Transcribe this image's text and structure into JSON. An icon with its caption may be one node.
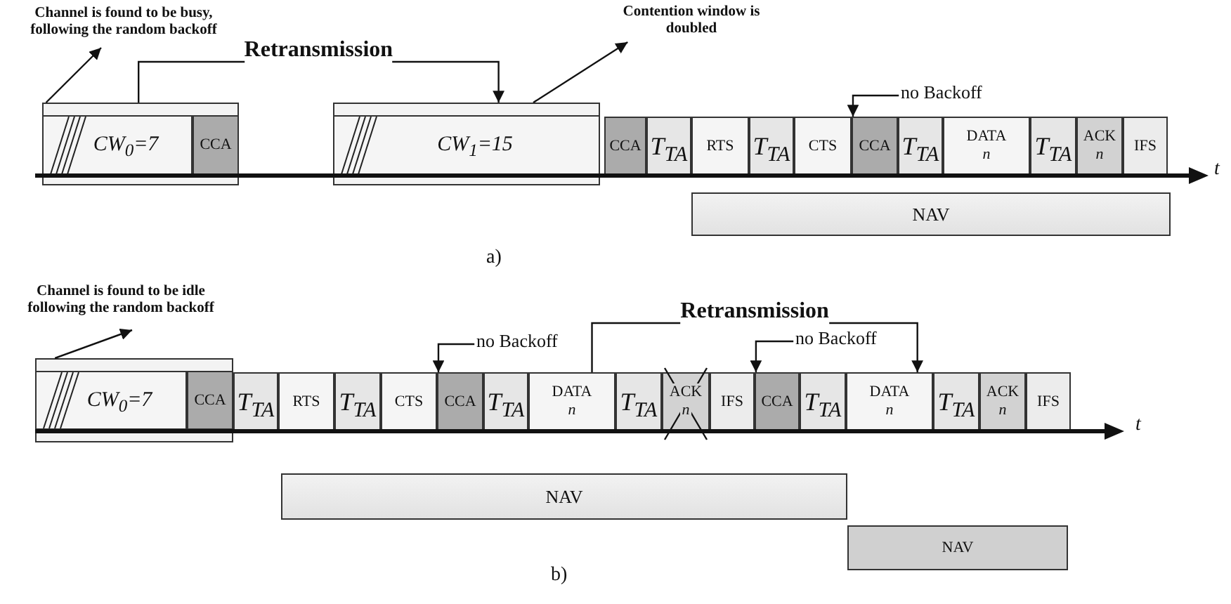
{
  "diagram": {
    "nodes": [
      {
        "text": [
          "Channel is found to be busy, following the random backoff"
        ]
      },
      {
        "text": [],
        "shape": "box"
      },
      {
        "text": [
          "CW$_{0}$=7"
        ],
        "in": 1
      },
      {
        "text": [
          "CCA"
        ],
        "in": 1
      },
      {
        "text": [
          "Contention window is doubled"
        ]
      },
      {
        "text": [],
        "shape": "box"
      },
      {
        "text": [
          "CW$_{1}$=15"
        ],
        "in": 5
      },
      {
        "text": [
          "CCA"
        ]
      },
      {
        "text": [
          "T$_{TA}$"
        ]
      },
      {
        "text": [
          "RTS"
        ]
      },
      {
        "text": [
          "T$_{TA}$"
        ]
      },
      {
        "text": [
          "CTS"
        ]
      },
      {
        "text": [
          "no Backoff"
        ]
      },
      {
        "text": [
          "CCA"
        ]
      },
      {
        "text": [
          "T$_{TA}$"
        ]
      },
      {
        "text": [
          "DATA",
          "n"
        ]
      },
      {
        "text": [
          "T$_{TA}$"
        ]
      },
      {
        "text": [
          "ACK",
          "n"
        ]
      },
      {
        "text": [
          "IFS"
        ]
      },
      {
        "text": [
          "NAV"
        ]
      },
      {
        "text": [
          "Channel is found to be idle following the random backoff"
        ]
      },
      {
        "text": [],
        "shape": "box"
      },
      {
        "text": [
          "CW$_{0}$=7"
        ],
        "in": 21
      },
      {
        "text": [
          "CCA"
        ],
        "in": 21
      },
      {
        "text": [
          "T$_{TA}$"
        ]
      },
      {
        "text": [
          "RTS"
        ]
      },
      {
        "text": [
          "T$_{TA}$"
        ]
      },
      {
        "text": [
          "CTS"
        ]
      },
      {
        "text": [
          "no Backoff"
        ]
      },
      {
        "text": [
          "CCA"
        ]
      },
      {
        "text": [
          "T$_{TA}$"
        ]
      },
      {
        "text": [
          "DATA",
          "n"
        ]
      },
      {
        "text": [
          "T$_{TA}$"
        ]
      },
      {
        "text": [
          "ACK",
          "n"
        ]
      },
      {
        "text": [
          "IFS"
        ]
      },
      {
        "text": [
          "no Backoff"
        ]
      },
      {
        "text": [
          "CCA"
        ]
      },
      {
        "text": [
          "T$_{TA}$"
        ]
      },
      {
        "text": [
          "DATA",
          "n"
        ]
      },
      {
        "text": [
          "T$_{TA}$"
        ]
      },
      {
        "text": [
          "ACK",
          "n"
        ]
      },
      {
        "text": [
          "IFS"
        ]
      },
      {
        "text": [
          "NAV"
        ]
      },
      {
        "text": [
          "NAV"
        ]
      }
    ],
    "edges": [
      {
        "from": 1,
        "to": 0,
        "arrow": "to"
      },
      {
        "from": 1,
        "to": 5,
        "arrow": "to",
        "label": "Retransmission"
      },
      {
        "from": 5,
        "to": 4,
        "arrow": "to"
      },
      {
        "from": 12,
        "to": 13,
        "arrow": "to"
      },
      {
        "from": 21,
        "to": 20,
        "arrow": "to"
      },
      {
        "from": 28,
        "to": 29,
        "arrow": "to"
      },
      {
        "from": 31,
        "to": 38,
        "arrow": "to",
        "label": "Retransmission"
      },
      {
        "from": 35,
        "to": 36,
        "arrow": "to"
      }
    ],
    "labels": [
      "t",
      "a)",
      "t",
      "b)"
    ]
  }
}
